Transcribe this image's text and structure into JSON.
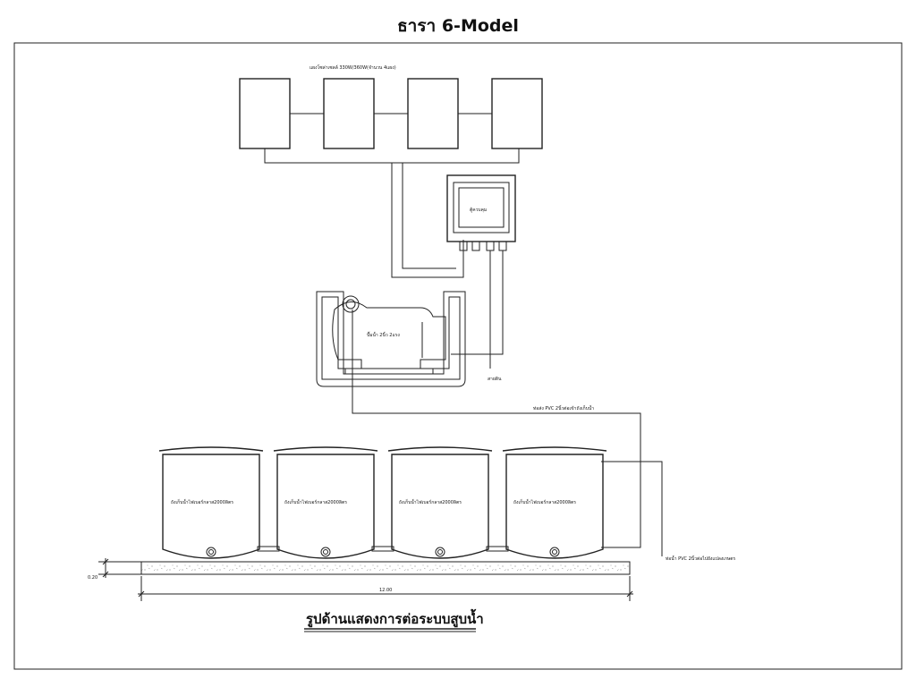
{
  "title": "ธารา 6-Model",
  "labels": {
    "solar_panels": "แผงโซล่าเซลล์ 330W/360W(จำนวน 4แผง)",
    "control_box": "ตู้ควบคุม",
    "pump": "ปั๊มน้ำ 2นิ้ว 2แรง",
    "ground_wire": "สายดิน",
    "pvc_feed_pipe": "ท่อส่ง PVC 2นิ้วต่อเข้าถังเก็บน้ำ",
    "pvc_out_pipe": "ท่อน้ำ PVC 2นิ้วต่อไปยังแปลงเกษตร",
    "slab_height": "0.20",
    "total_length": "12.00",
    "caption": "รูปด้านแสดงการต่อระบบสูบน้ำ"
  },
  "tanks": [
    {
      "label": "ถังเก็บน้ำไฟเบอร์กลาส2000ลิตร"
    },
    {
      "label": "ถังเก็บน้ำไฟเบอร์กลาส2000ลิตร"
    },
    {
      "label": "ถังเก็บน้ำไฟเบอร์กลาส2000ลิตร"
    },
    {
      "label": "ถังเก็บน้ำไฟเบอร์กลาส2000ลิตร"
    }
  ]
}
